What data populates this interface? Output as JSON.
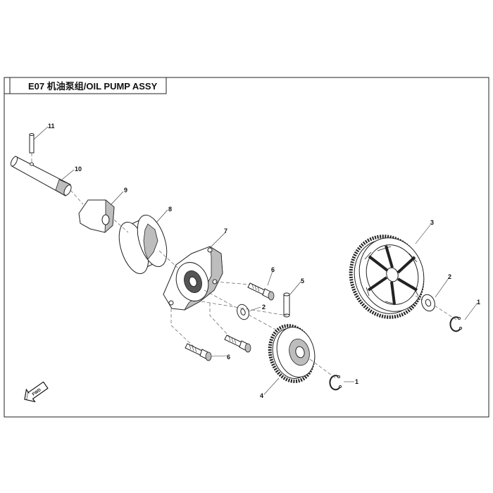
{
  "title": "E07 机油泵组/OIL PUMP ASSY",
  "direction_badge": "FWD",
  "callouts": {
    "c11": "11",
    "c10": "10",
    "c9": "9",
    "c8": "8",
    "c7": "7",
    "c6a": "6",
    "c6b": "6",
    "c5": "5",
    "c2a": "2",
    "c2b": "2",
    "c3": "3",
    "c1a": "1",
    "c1b": "1",
    "c4": "4"
  },
  "icons": {
    "fwd_arrow": "fwd-arrow-icon"
  }
}
